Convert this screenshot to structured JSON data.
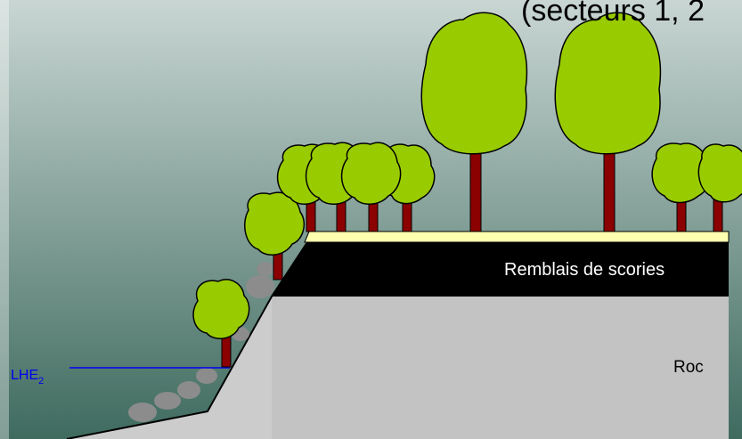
{
  "title_partial": "(secteurs 1, 2",
  "labels": {
    "fill": "Remblais de scories",
    "rock": "Roc",
    "water_level_main": "LHE",
    "water_level_sub": "2"
  },
  "colors": {
    "sky_top": "#c9d6d3",
    "sky_bottom": "#3f6b5f",
    "rock": "#cccccc",
    "rock_dark": "#c3c3c3",
    "fill": "#000000",
    "soil": "#ffffb0",
    "foliage": "#99cc00",
    "trunk": "#8b0000",
    "boulder": "#8c8c8c",
    "water_line": "#0000ee"
  }
}
